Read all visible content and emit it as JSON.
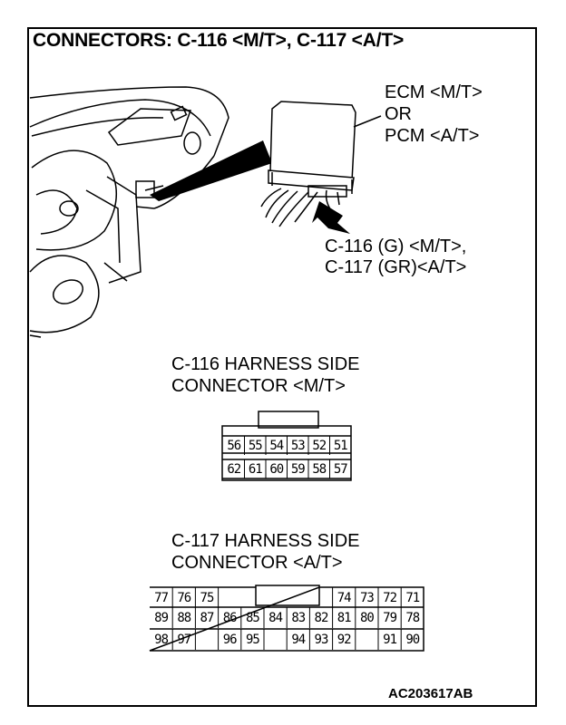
{
  "title": "CONNECTORS: C-116 <M/T>, C-117 <A/T>",
  "ecm_label": [
    "ECM <M/T>",
    "OR",
    "PCM <A/T>"
  ],
  "pointer_label": [
    "C-116 (G) <M/T>,",
    "C-117 (GR)<A/T>"
  ],
  "c116": {
    "heading": [
      "C-116 HARNESS SIDE",
      "CONNECTOR <M/T>"
    ],
    "rows": [
      [
        "56",
        "55",
        "54",
        "53",
        "52",
        "51"
      ],
      [
        "62",
        "61",
        "60",
        "59",
        "58",
        "57"
      ]
    ]
  },
  "c117": {
    "heading": [
      "C-117 HARNESS SIDE",
      "CONNECTOR <A/T>"
    ],
    "rows": [
      [
        "77",
        "76",
        "75",
        "",
        "",
        "",
        "",
        "",
        "74",
        "73",
        "72",
        "71"
      ],
      [
        "89",
        "88",
        "87",
        "86",
        "85",
        "84",
        "83",
        "82",
        "81",
        "80",
        "79",
        "78"
      ],
      [
        "98",
        "97",
        "",
        "96",
        "95",
        "",
        "94",
        "93",
        "92",
        "",
        "91",
        "90"
      ]
    ]
  },
  "figure_code": "AC203617AB",
  "colors": {
    "line": "#000000",
    "background": "#ffffff"
  }
}
